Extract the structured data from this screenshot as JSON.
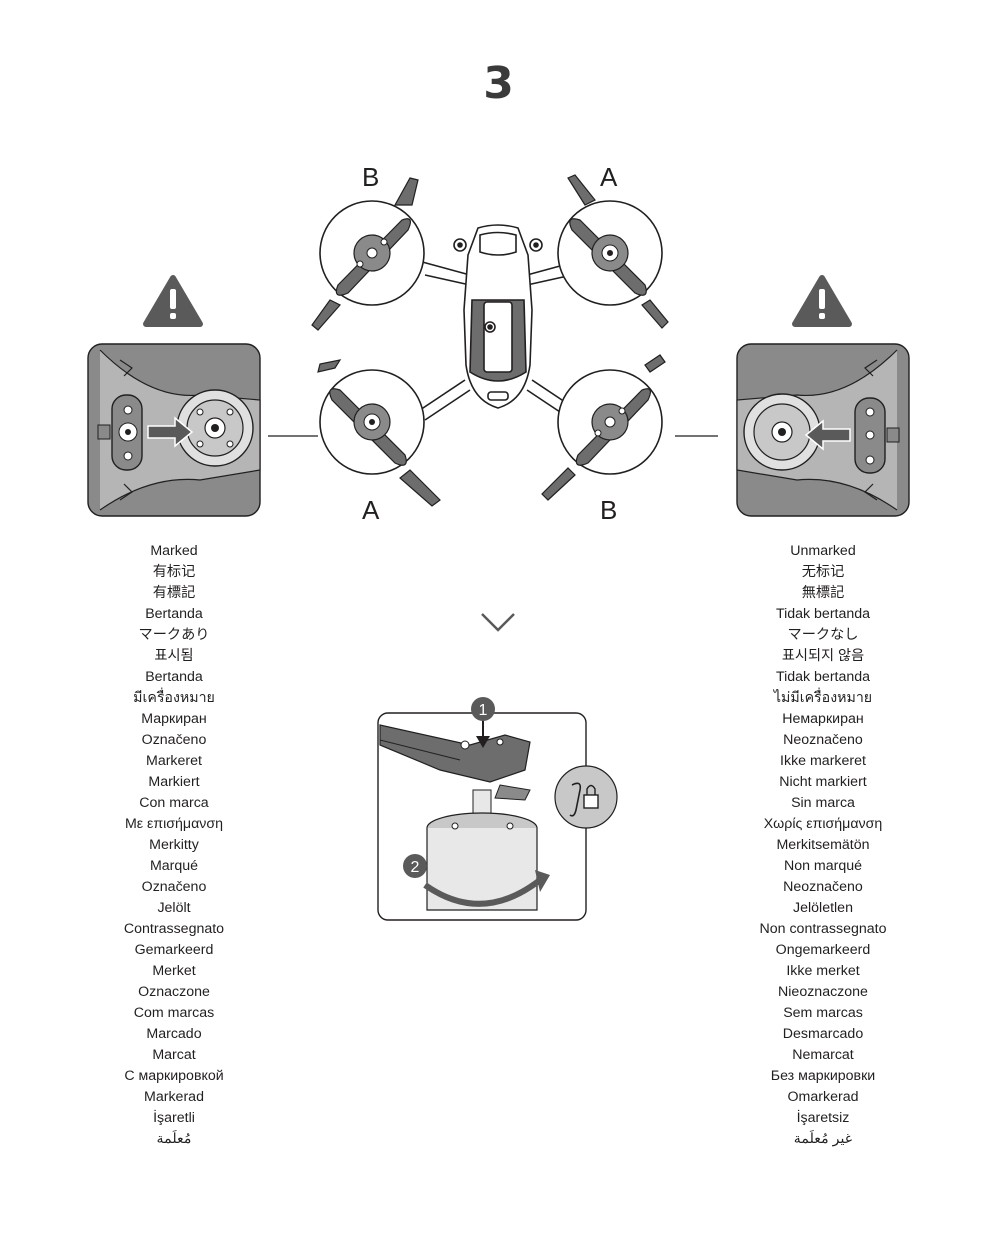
{
  "step_number": "3",
  "propeller_letters": {
    "top_left": "B",
    "top_right": "A",
    "bottom_left": "A",
    "bottom_right": "B"
  },
  "icons": {
    "warning_left": "warning-triangle-icon",
    "warning_right": "warning-triangle-icon",
    "chevron": "chevron-down-icon",
    "lock": "lock-icon"
  },
  "install_steps": [
    "1",
    "2"
  ],
  "marked_labels": [
    "Marked",
    "有标记",
    "有標記",
    "Bertanda",
    "マークあり",
    "표시됨",
    "Bertanda",
    "มีเครื่องหมาย",
    "Маркиран",
    "Označeno",
    "Markeret",
    "Markiert",
    "Con marca",
    "Με επισήμανση",
    "Merkitty",
    "Marqué",
    "Označeno",
    "Jelölt",
    "Contrassegnato",
    "Gemarkeerd",
    "Merket",
    "Oznaczone",
    "Com marcas",
    "Marcado",
    "Marcat",
    "С маркировкой",
    "Markerad",
    "İşaretli",
    "مُعلَمة"
  ],
  "unmarked_labels": [
    "Unmarked",
    "无标记",
    "無標記",
    "Tidak bertanda",
    "マークなし",
    "표시되지 않음",
    "Tidak bertanda",
    "ไม่มีเครื่องหมาย",
    "Немаркиран",
    "Neoznačeno",
    "Ikke markeret",
    "Nicht markiert",
    "Sin marca",
    "Χωρίς επισήμανση",
    "Merkitsemätön",
    "Non marqué",
    "Neoznačeno",
    "Jelöletlen",
    "Non contrassegnato",
    "Ongemarkeerd",
    "Ikke merket",
    "Nieoznaczone",
    "Sem marcas",
    "Desmarcado",
    "Nemarcat",
    "Без маркировки",
    "Omarkerad",
    "İşaretsiz",
    "غير مُعلَمة"
  ],
  "colors": {
    "ink": "#231f20",
    "gray_panel": "#8a8a8a",
    "arm_dark": "#5a5a5a",
    "prop_gray": "#6d6d6d"
  }
}
